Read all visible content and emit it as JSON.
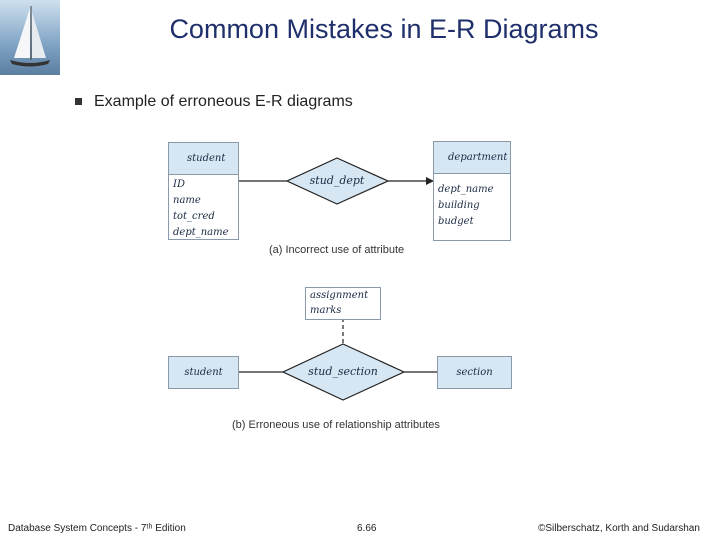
{
  "title": "Common Mistakes in E-R Diagrams",
  "bullet": "Example of erroneous E-R diagrams",
  "diagram_a": {
    "left_entity": {
      "name": "student",
      "attributes": [
        "ID",
        "name",
        "tot_cred",
        "dept_name"
      ]
    },
    "relationship": "stud_dept",
    "right_entity": {
      "name": "department",
      "attributes": [
        "dept_name",
        "building",
        "budget"
      ]
    },
    "caption": "(a) Incorrect use of attribute"
  },
  "diagram_b": {
    "attribute_box": [
      "assignment",
      "marks"
    ],
    "left_entity": "student",
    "relationship": "stud_section",
    "right_entity": "section",
    "caption": "(b) Erroneous use of relationship attributes"
  },
  "footer": {
    "left": "Database System Concepts - 7ᵗʰ Edition",
    "center": "6.66",
    "right": "©Silberschatz, Korth and Sudarshan"
  },
  "colors": {
    "title": "#1f2f6b",
    "entity_fill": "#d7e6f3",
    "border": "#8a9aaa"
  }
}
